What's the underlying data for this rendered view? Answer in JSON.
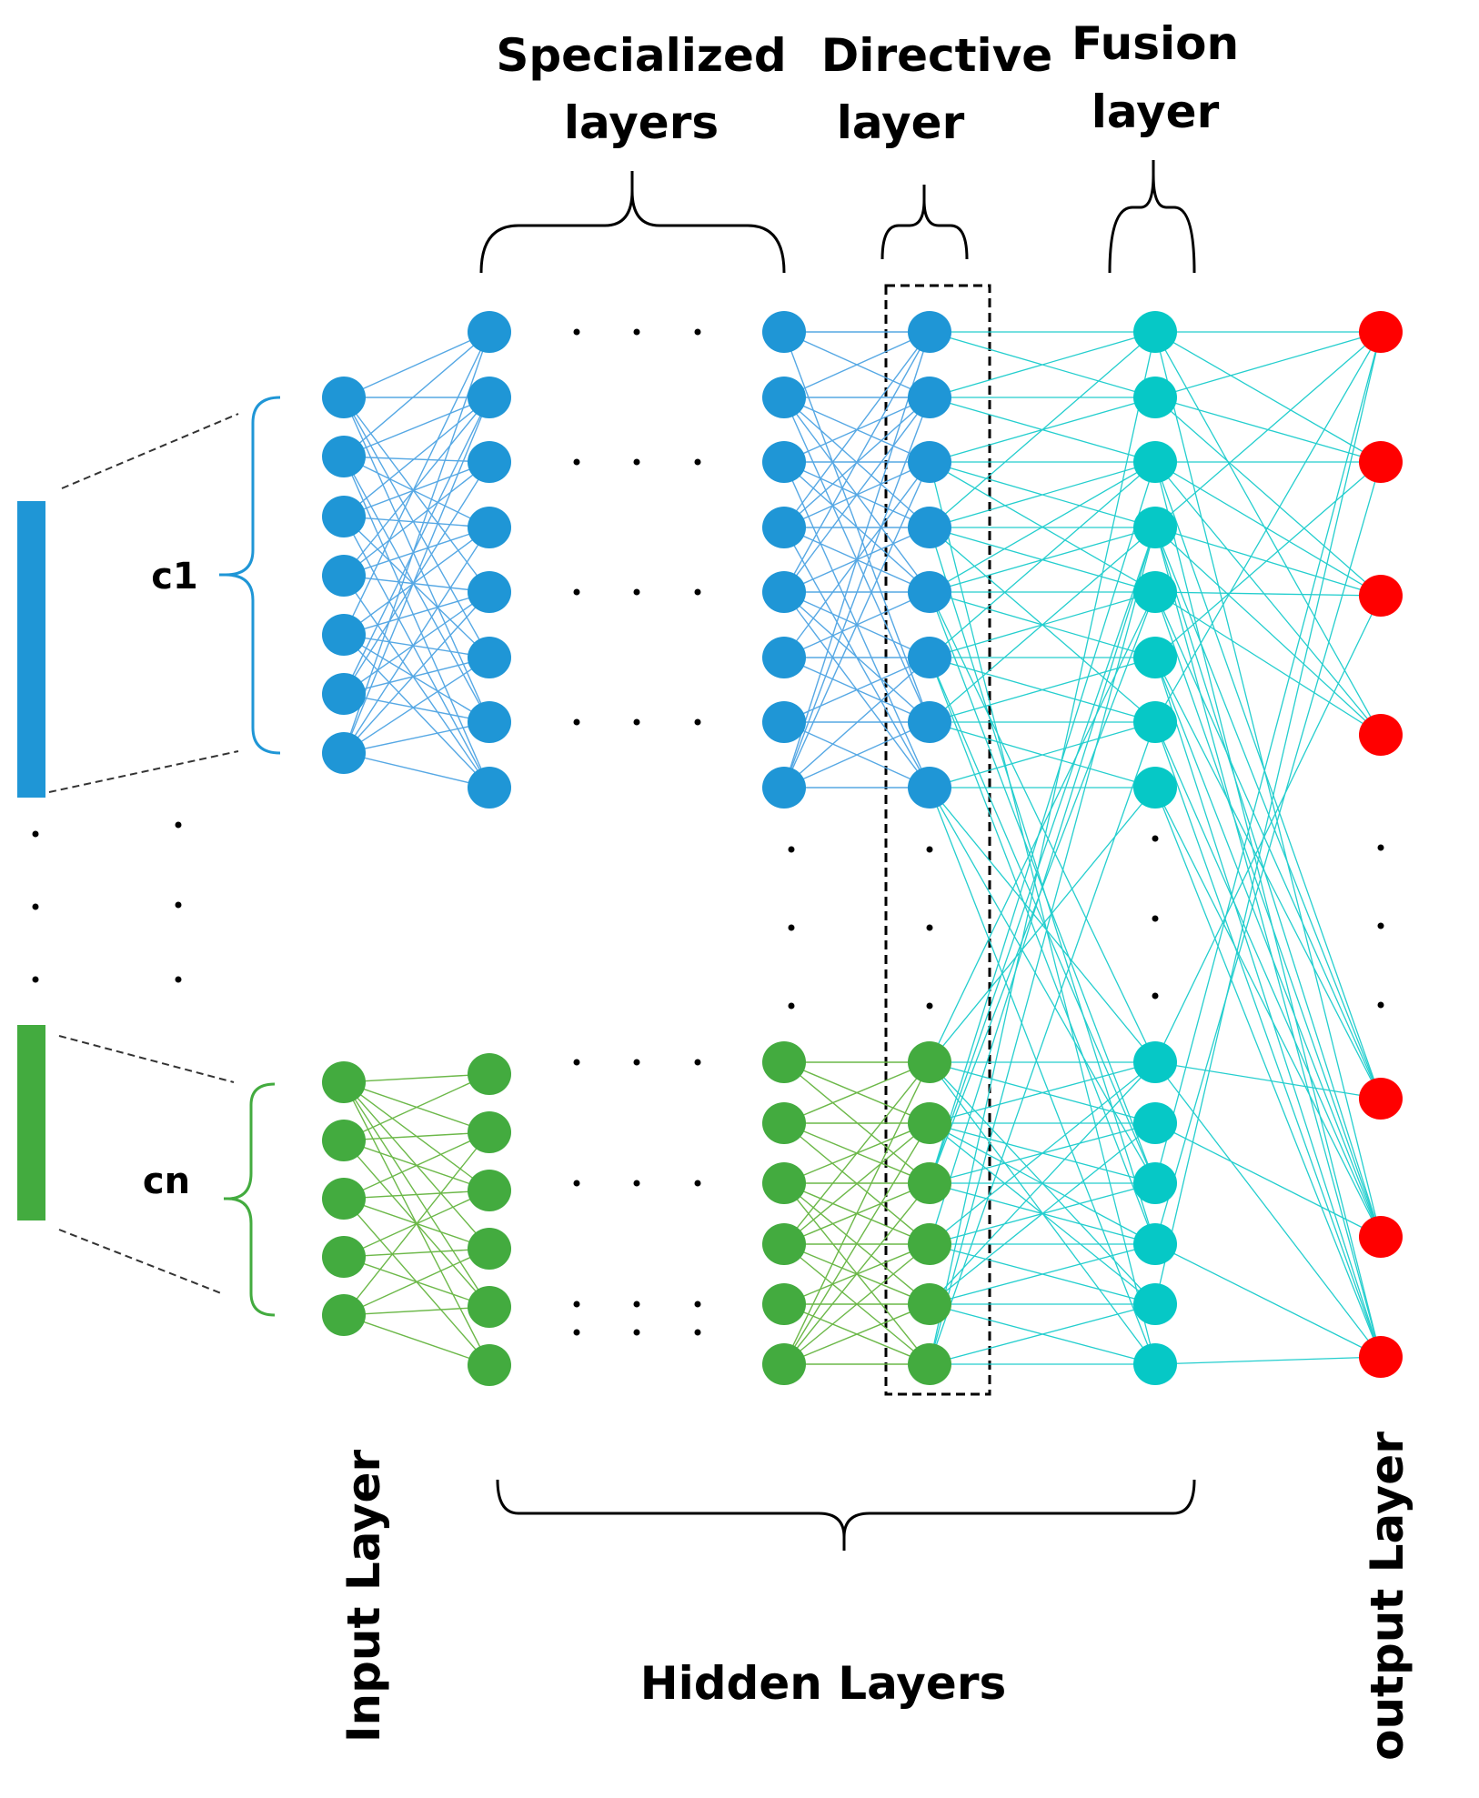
{
  "labels": {
    "specialized": [
      "Specialized",
      "layers"
    ],
    "directive": [
      "Directive",
      "layer"
    ],
    "fusion": [
      "Fusion",
      "layer"
    ],
    "c1": "c1",
    "cn": "cn",
    "input_layer": "Input Layer",
    "output_layer": "output Layer",
    "hidden_layers": "Hidden Layers"
  },
  "colors": {
    "blue": "#1f96d6",
    "green": "#43ab3f",
    "cyan": "#06c8c6",
    "red": "#ff0000",
    "blue_link": "#56a8e4",
    "green_link": "#6cb849",
    "cyan_link": "#24cece",
    "black": "#000000"
  }
}
